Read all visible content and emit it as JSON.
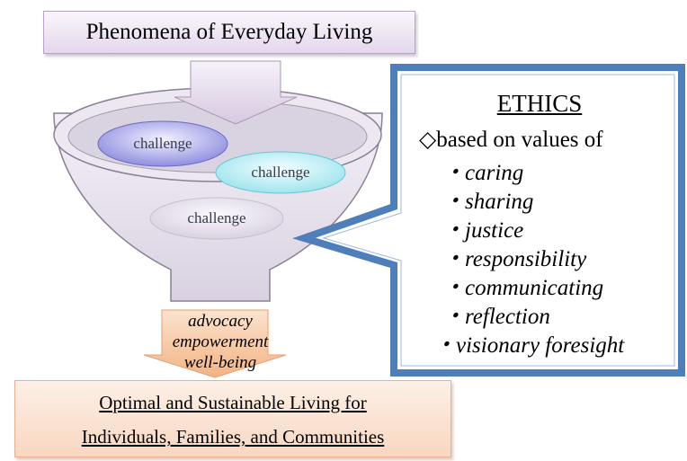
{
  "title": "Phenomena of Everyday Living",
  "challenges": [
    "challenge",
    "challenge",
    "challenge"
  ],
  "arrow_words": [
    "advocacy",
    "empowerment",
    "well-being"
  ],
  "outcome": {
    "line1": "Optimal and Sustainable Living for",
    "line2": "Individuals, Families, and Communities"
  },
  "ethics": {
    "title": "ETHICS",
    "intro": "◇based on values of",
    "values": [
      "・caring",
      "・sharing",
      "・justice",
      "・responsibility",
      "・communicating",
      "・reflection",
      "・visionary foresight"
    ]
  },
  "colors": {
    "banner_fill": "#e4d6ec",
    "callout_border": "#4f7fba",
    "funnel_fill": "#e9e3ee",
    "arrow_fill": "#f6c19a",
    "bottom_fill": "#f8d7c1"
  }
}
